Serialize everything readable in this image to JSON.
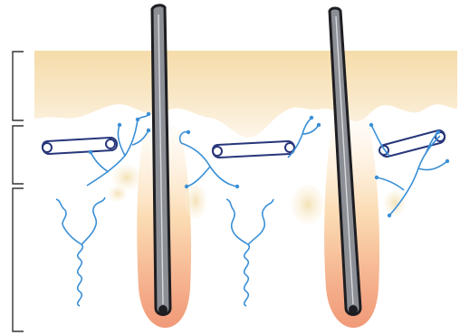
{
  "diagram": {
    "kind": "skin cross-section with hair shafts (unlabeled)",
    "layer_brackets": [
      "epidermis-bracket",
      "dermis-bracket",
      "subcutis-bracket"
    ],
    "hair_count": 2,
    "vessel_loop_count": 3,
    "nerve_coil_count": 2
  },
  "colors": {
    "epidermis_top": "#f6dfb2",
    "epidermis_bottom": "#fdf3e3",
    "follicle_outer": "#fbe5c2",
    "follicle_bulb": "#f2a27e",
    "hair_fill": "#8c8f96",
    "hair_stroke": "#1e1e22",
    "vessel": "#2a3a7a",
    "nerve": "#3b8fd6",
    "gland": "#f3e3bf",
    "bracket": "#333333"
  }
}
